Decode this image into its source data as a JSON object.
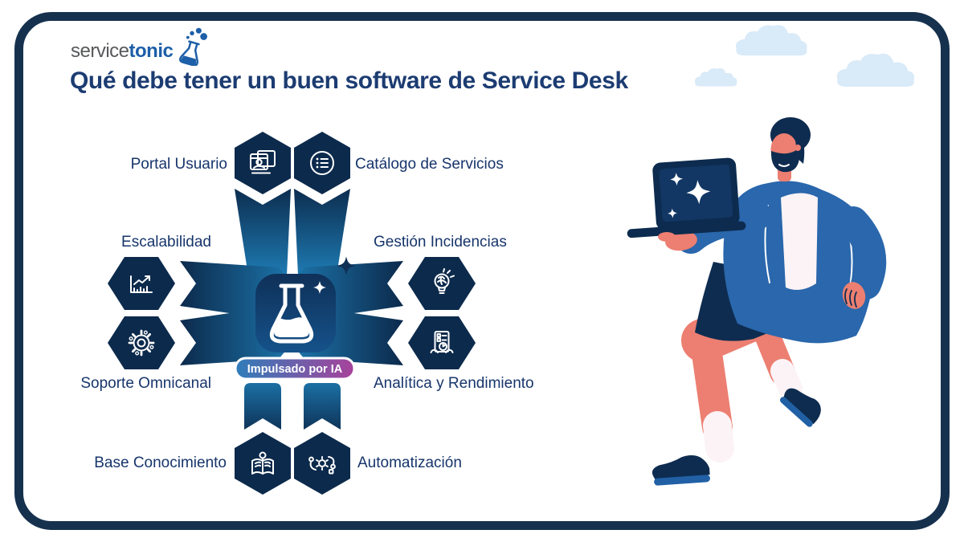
{
  "card": {
    "border_color": "#16314e",
    "background": "#ffffff"
  },
  "logo": {
    "service": "service",
    "tonic": "tonic",
    "flask_icon": "logo-flask-icon",
    "service_color": "#58595b",
    "tonic_color": "#1d5fa8"
  },
  "title": {
    "text": "Qué debe tener un buen software de Service Desk",
    "color": "#1c3c72"
  },
  "diagram": {
    "center": {
      "icon": "flask-icon",
      "sparkle_icon": "sparkle-icon"
    },
    "badge": {
      "label": "Impulsado por IA",
      "gradient_from": "#2f7dba",
      "gradient_to": "#a8429b",
      "text_color": "#ffffff"
    },
    "colors": {
      "hex_dark": "#0c2a4c",
      "hex_bright": "#1e7cb4",
      "label_color": "#17356b"
    },
    "items": [
      {
        "label": "Portal Usuario",
        "icon": "user-portal-icon",
        "position": "top-left"
      },
      {
        "label": "Catálogo de Servicios",
        "icon": "service-catalog-icon",
        "position": "top-right"
      },
      {
        "label": "Escalabilidad",
        "icon": "growth-chart-icon",
        "position": "middle-left-upper"
      },
      {
        "label": "Gestión Incidencias",
        "icon": "incident-idea-icon",
        "position": "middle-right-upper"
      },
      {
        "label": "Soporte Omnicanal",
        "icon": "omnichannel-gear-icon",
        "position": "middle-left-lower"
      },
      {
        "label": "Analítica y Rendimiento",
        "icon": "analytics-report-icon",
        "position": "middle-right-lower"
      },
      {
        "label": "Base Conocimiento",
        "icon": "knowledge-book-icon",
        "position": "bottom-left"
      },
      {
        "label": "Automatización",
        "icon": "automation-flow-icon",
        "position": "bottom-right"
      }
    ]
  },
  "illustration": {
    "name": "man-with-laptop-illustration",
    "laptop_icon": "laptop-sparkles-icon",
    "cloud_icon": "cloud-icon",
    "colors": {
      "skin": "#ec7f71",
      "jacket": "#2a67ac",
      "navy": "#0e2c50",
      "shirt": "#fcf3f6",
      "shoe_sole": "#2160a5",
      "cloud": "#d9eaf8"
    }
  }
}
